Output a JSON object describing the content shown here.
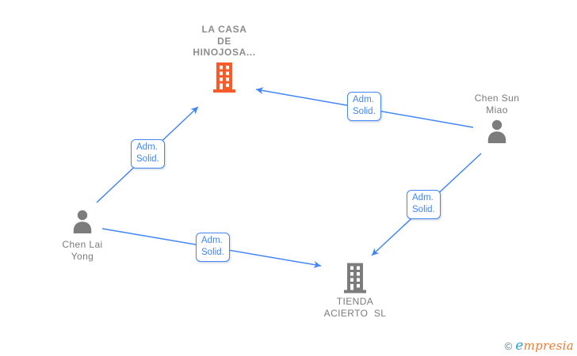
{
  "colors": {
    "arrow_blue": "#4285f4",
    "building_orange": "#f75b2a",
    "icon_gray": "#7c7c7c",
    "text_gray": "#7b7b7b",
    "title_gray": "#8c8c8c",
    "copyright_gray_blue": "#5c7f93",
    "brand_e_blue": "#2aa0d2",
    "brand_orange": "#ee7b30",
    "bg": "#ffffff"
  },
  "nodes": {
    "la_casa": {
      "type": "company",
      "icon": "building-icon",
      "lines": [
        "LA CASA",
        "DE",
        "HINOJOSA..."
      ]
    },
    "chen_sun": {
      "type": "person",
      "icon": "person-icon",
      "lines": [
        "Chen Sun",
        "Miao"
      ]
    },
    "chen_lai": {
      "type": "person",
      "icon": "person-icon",
      "lines": [
        "Chen Lai",
        "Yong"
      ]
    },
    "tienda": {
      "type": "company",
      "icon": "building-icon",
      "lines": [
        "TIENDA",
        "ACIERTO  SL"
      ]
    }
  },
  "edges": {
    "e1": {
      "from": "chen_sun",
      "to": "la_casa",
      "lines": [
        "Adm.",
        "Solid."
      ]
    },
    "e2": {
      "from": "chen_lai",
      "to": "la_casa",
      "lines": [
        "Adm.",
        "Solid."
      ]
    },
    "e3": {
      "from": "chen_sun",
      "to": "tienda",
      "lines": [
        "Adm.",
        "Solid."
      ]
    },
    "e4": {
      "from": "chen_lai",
      "to": "tienda",
      "lines": [
        "Adm.",
        "Solid."
      ]
    }
  },
  "footer": {
    "copyright_symbol": "©",
    "brand_first_letter": "e",
    "brand_rest": "mpresia"
  }
}
